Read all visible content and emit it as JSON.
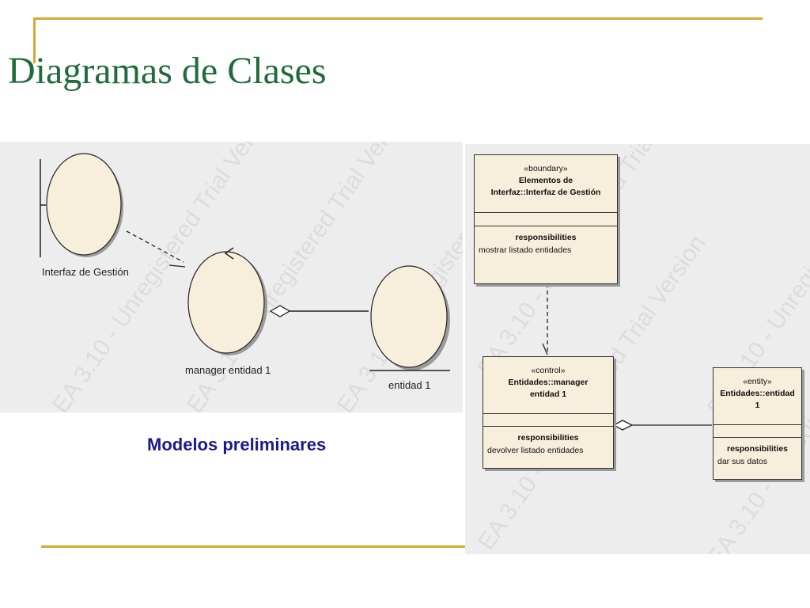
{
  "slide": {
    "title": "Diagramas de Clases",
    "caption": "Modelos preliminares",
    "accent_color": "#D9A82E",
    "title_color": "#1F6B3A",
    "caption_color": "#1A1A8C"
  },
  "robustness": {
    "boundary_label": "Interfaz de Gestión",
    "control_label": "manager entidad 1",
    "entity_label": "entidad 1"
  },
  "classes": {
    "boundary": {
      "stereotype": "«boundary»",
      "name_line1": "Elementos de",
      "name_line2": "Interfaz::Interfaz de Gestión",
      "resp_title": "responsibilities",
      "resp_item": "mostrar listado entidades"
    },
    "control": {
      "stereotype": "«control»",
      "name_line1": "Entidades::manager",
      "name_line2": "entidad 1",
      "resp_title": "responsibilities",
      "resp_item": "devolver listado entidades"
    },
    "entity": {
      "stereotype": "«entity»",
      "name_line1": "Entidades::entidad",
      "name_line2": "1",
      "resp_title": "responsibilities",
      "resp_item": "dar sus datos"
    }
  },
  "watermark": "EA 3.10 - Unregistered Trial Version"
}
